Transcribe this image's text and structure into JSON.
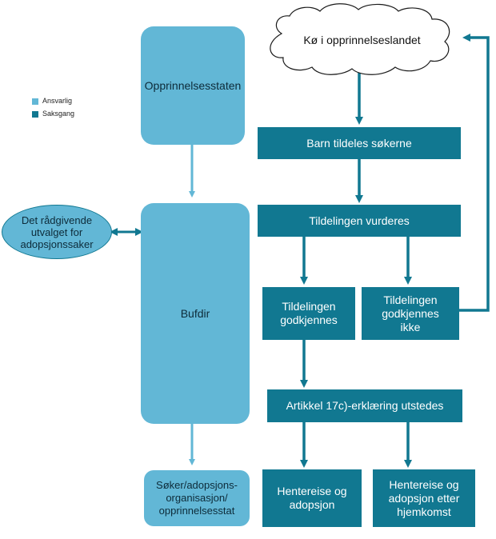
{
  "legend": [
    {
      "label": "Ansvarlig",
      "color": "#62b7d6"
    },
    {
      "label": "Saksgang",
      "color": "#117891"
    }
  ],
  "nodes": {
    "opprinnelsesstaten": "Opprinnelsesstaten",
    "bufdir": "Bufdir",
    "soker": "Søker/adopsjons-\norganisasjon/\nopprinnelsesstat",
    "utvalget": "Det rådgivende\nutvalget for\nadopsjonssaker",
    "ko": "Kø i opprinnelseslandet",
    "barn_tildeles": "Barn tildeles søkerne",
    "tildelingen_vurderes": "Tildelingen vurderes",
    "godkjennes": "Tildelingen\ngodkjennes",
    "godkjennes_ikke": "Tildelingen\ngodkjennes\nikke",
    "artikkel": "Artikkel 17c)-erklæring utstedes",
    "hentereise": "Hentereise og\nadopsjon",
    "hentereise_etter": "Hentereise og\nadopsjon etter\nhjemkomst"
  },
  "colors": {
    "ansvarlig": "#62b7d6",
    "saksgang": "#117891",
    "arrow_light": "#62b7d6",
    "arrow_dark": "#117891"
  }
}
